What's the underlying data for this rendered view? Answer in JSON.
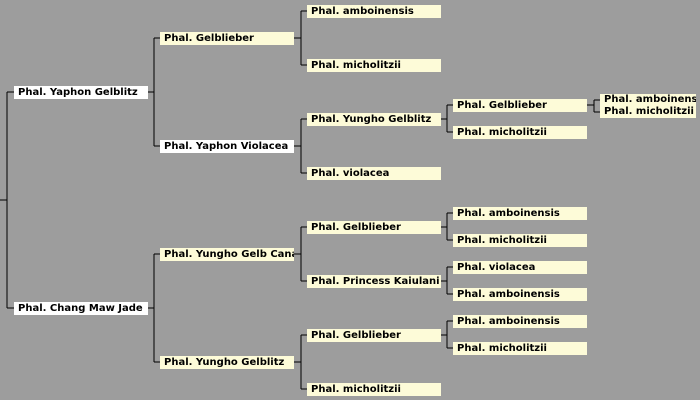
{
  "pedigree": {
    "root": {
      "parents": {
        "top": {
          "name": "Phal. Yaphon Gelblitz",
          "parents": {
            "top": {
              "name": "Phal. Gelblieber",
              "parents": {
                "top": {
                  "name": "Phal. amboinensis"
                },
                "bottom": {
                  "name": "Phal. micholitzii"
                }
              }
            },
            "bottom": {
              "name": "Phal. Yaphon Violacea",
              "parents": {
                "top": {
                  "name": "Phal. Yungho Gelblitz",
                  "parents": {
                    "top": {
                      "name": "Phal. Gelblieber",
                      "parents": {
                        "top": {
                          "name": "Phal. amboinensis"
                        },
                        "bottom": {
                          "name": "Phal. micholitzii"
                        }
                      }
                    },
                    "bottom": {
                      "name": "Phal. micholitzii"
                    }
                  }
                },
                "bottom": {
                  "name": "Phal. violacea"
                }
              }
            }
          }
        },
        "bottom": {
          "name": "Phal. Chang Maw Jade",
          "parents": {
            "top": {
              "name": "Phal. Yungho Gelb Canary",
              "parents": {
                "top": {
                  "name": "Phal. Gelblieber",
                  "parents": {
                    "top": {
                      "name": "Phal. amboinensis"
                    },
                    "bottom": {
                      "name": "Phal. micholitzii"
                    }
                  }
                },
                "bottom": {
                  "name": "Phal. Princess Kaiulani",
                  "parents": {
                    "top": {
                      "name": "Phal. violacea"
                    },
                    "bottom": {
                      "name": "Phal. amboinensis"
                    }
                  }
                }
              }
            },
            "bottom": {
              "name": "Phal. Yungho Gelblitz",
              "parents": {
                "top": {
                  "name": "Phal. Gelblieber",
                  "parents": {
                    "top": {
                      "name": "Phal. amboinensis"
                    },
                    "bottom": {
                      "name": "Phal. micholitzii"
                    }
                  }
                },
                "bottom": {
                  "name": "Phal. micholitzii"
                }
              }
            }
          }
        }
      }
    }
  },
  "colors": {
    "background": "#9d9d9d",
    "line": "#000000",
    "parent_box": "#ffffff",
    "ancestor_box": "#fdfbd8"
  }
}
